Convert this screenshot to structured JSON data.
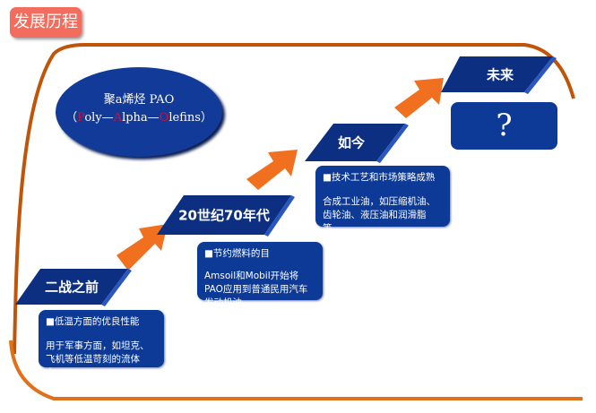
{
  "title": "发展历程",
  "pao": {
    "line1": "聚a烯烃 PAO",
    "open": "（",
    "p": "P",
    "oly": "oly—",
    "a": "A",
    "lpha": "lpha—",
    "o": "O",
    "lefins": "lefins）"
  },
  "stages": [
    {
      "label": "二战之前",
      "heading": "■低温方面的优良性能",
      "body": "用于军事方面，如坦克、飞机等低温苛刻的流体上。"
    },
    {
      "label": "20世纪70年代",
      "heading": "■节约燃料的目",
      "body": "Amsoil和Mobil开始将PAO应用到普通民用汽车发动机油"
    },
    {
      "label": "如今",
      "heading": "■技术工艺和市场策略成熟",
      "body": "合成工业油，如压缩机油、齿轮油、液压油和润滑脂等。"
    },
    {
      "label": "未来",
      "body": "?"
    }
  ],
  "colors": {
    "blue": "#0d3a96",
    "orange": "#f07020",
    "frame": "#c0550a",
    "title_bg": "#f26d5e"
  }
}
